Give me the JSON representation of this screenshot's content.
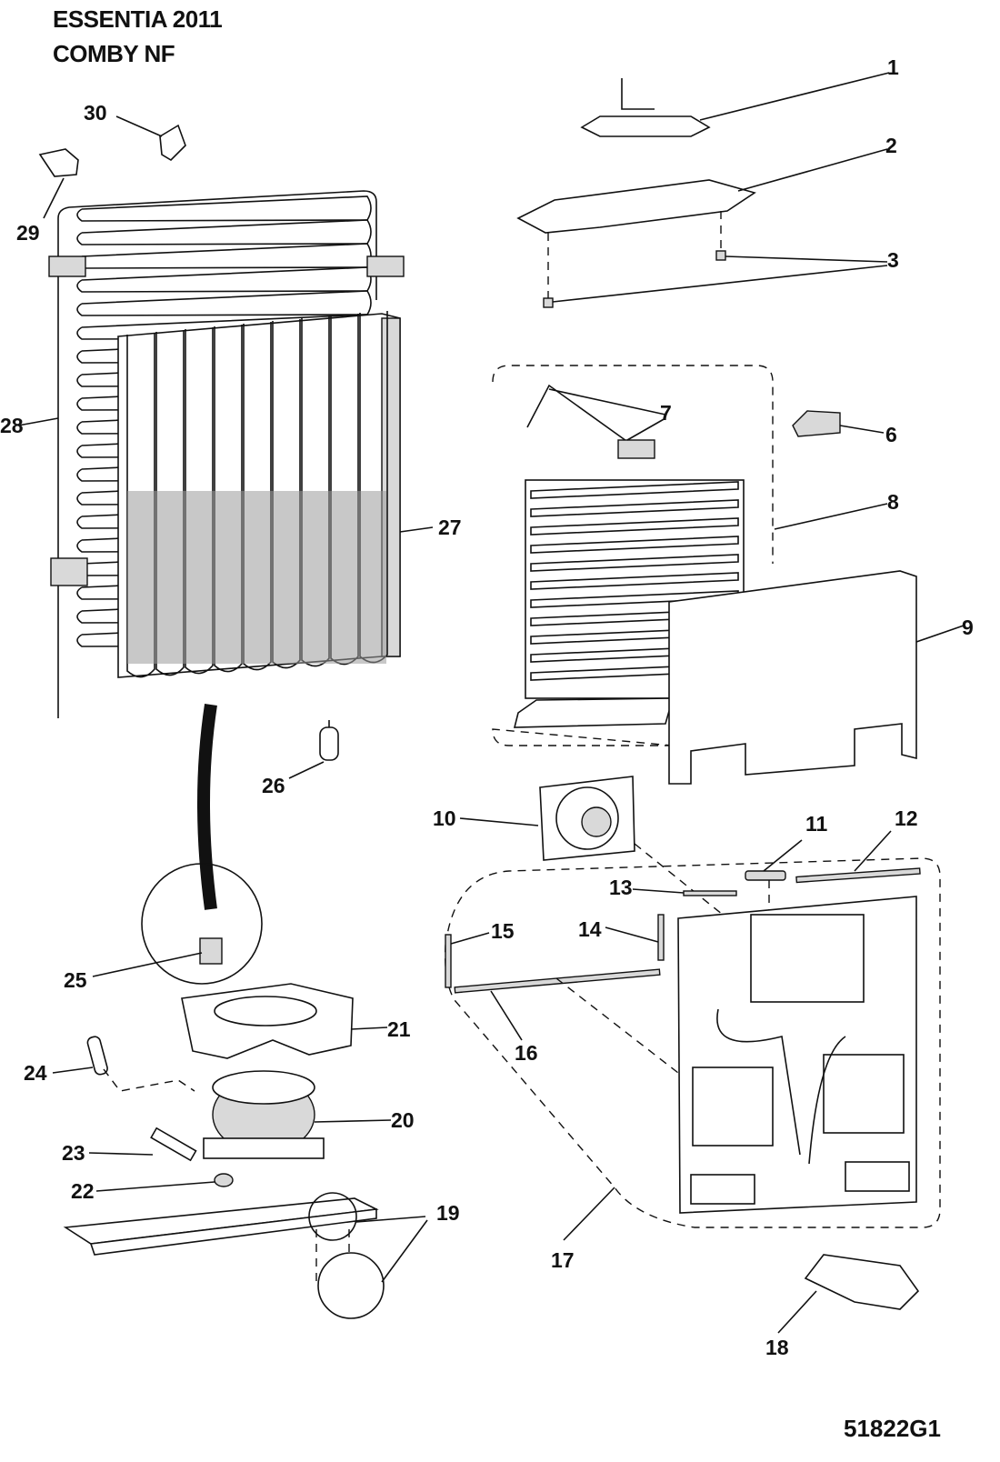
{
  "header": {
    "line1": "ESSENTIA 2011",
    "line2": "COMBY NF"
  },
  "footer_code": "51822G1",
  "callouts": [
    "1",
    "2",
    "3",
    "6",
    "7",
    "8",
    "9",
    "10",
    "11",
    "12",
    "13",
    "14",
    "15",
    "16",
    "17",
    "18",
    "19",
    "20",
    "21",
    "22",
    "23",
    "24",
    "25",
    "26",
    "27",
    "28",
    "29",
    "30"
  ],
  "parts": [
    {
      "n": "1",
      "icon": "capillary-bracket"
    },
    {
      "n": "2",
      "icon": "support-bracket"
    },
    {
      "n": "3",
      "icon": "screw"
    },
    {
      "n": "6",
      "icon": "clip"
    },
    {
      "n": "7",
      "icon": "heater-wire"
    },
    {
      "n": "8",
      "icon": "evaporator"
    },
    {
      "n": "9",
      "icon": "evaporator-cover"
    },
    {
      "n": "10",
      "icon": "fan"
    },
    {
      "n": "11",
      "icon": "clip"
    },
    {
      "n": "12",
      "icon": "strip"
    },
    {
      "n": "13",
      "icon": "strip"
    },
    {
      "n": "14",
      "icon": "strip"
    },
    {
      "n": "15",
      "icon": "strip"
    },
    {
      "n": "16",
      "icon": "strip"
    },
    {
      "n": "17",
      "icon": "back-panel"
    },
    {
      "n": "18",
      "icon": "bracket"
    },
    {
      "n": "19",
      "icon": "base-plate"
    },
    {
      "n": "20",
      "icon": "compressor"
    },
    {
      "n": "21",
      "icon": "drip-tray"
    },
    {
      "n": "22",
      "icon": "grommet"
    },
    {
      "n": "23",
      "icon": "clamp"
    },
    {
      "n": "24",
      "icon": "pipe"
    },
    {
      "n": "25",
      "icon": "hose-clip"
    },
    {
      "n": "26",
      "icon": "filter-drier"
    },
    {
      "n": "27",
      "icon": "condenser-plate"
    },
    {
      "n": "28",
      "icon": "condenser"
    },
    {
      "n": "29",
      "icon": "spacer"
    },
    {
      "n": "30",
      "icon": "spacer"
    }
  ]
}
